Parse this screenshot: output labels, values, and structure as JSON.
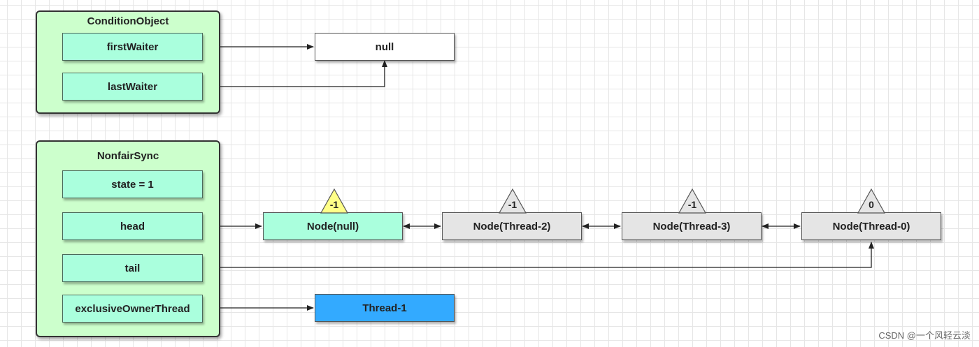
{
  "condition_object": {
    "title": "ConditionObject",
    "first_waiter": "firstWaiter",
    "last_waiter": "lastWaiter"
  },
  "null_box": "null",
  "nonfair_sync": {
    "title": "NonfairSync",
    "state": "state = 1",
    "head": "head",
    "tail": "tail",
    "exclusive_owner_thread": "exclusiveOwnerThread"
  },
  "nodes": [
    {
      "label": "Node(null)",
      "wait_status": "-1",
      "fill": "#aaffdd",
      "triangle_fill": "#ffff88"
    },
    {
      "label": "Node(Thread-2)",
      "wait_status": "-1",
      "fill": "#e5e5e5",
      "triangle_fill": "#e5e5e5"
    },
    {
      "label": "Node(Thread-3)",
      "wait_status": "-1",
      "fill": "#e5e5e5",
      "triangle_fill": "#e5e5e5"
    },
    {
      "label": "Node(Thread-0)",
      "wait_status": "0",
      "fill": "#e5e5e5",
      "triangle_fill": "#e5e5e5"
    }
  ],
  "owner_thread": "Thread-1",
  "colors": {
    "container": "#ccffcc",
    "field": "#aaffdd",
    "owner_thread": "#33aaff",
    "grid": "#e6e6e6"
  },
  "watermark": "CSDN @一个风轻云淡"
}
